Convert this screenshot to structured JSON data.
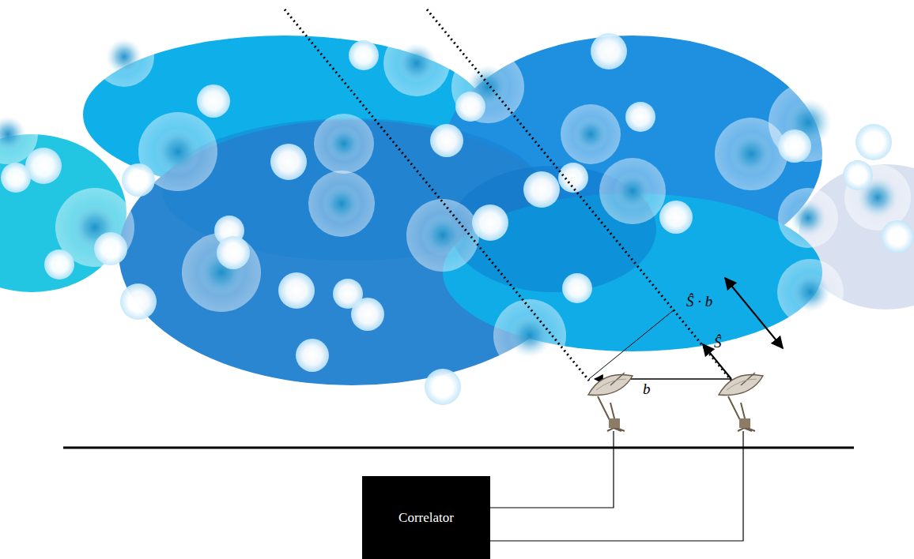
{
  "diagram": {
    "nodes": [
      {
        "text": [
          "Correlator"
        ]
      }
    ],
    "labels": [
      "Ŝ · b⃗",
      "Ŝ",
      "b⃗"
    ]
  }
}
